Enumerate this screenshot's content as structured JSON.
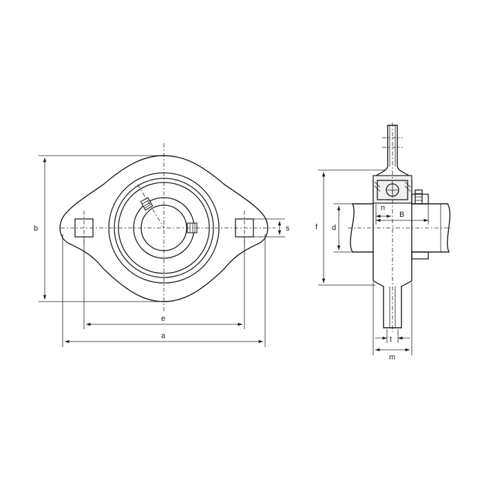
{
  "diagram": {
    "labels": {
      "a": "a",
      "b": "b",
      "e": "e",
      "s": "s",
      "f": "f",
      "d": "d",
      "n": "n",
      "B": "B",
      "t": "t",
      "m": "m"
    }
  }
}
